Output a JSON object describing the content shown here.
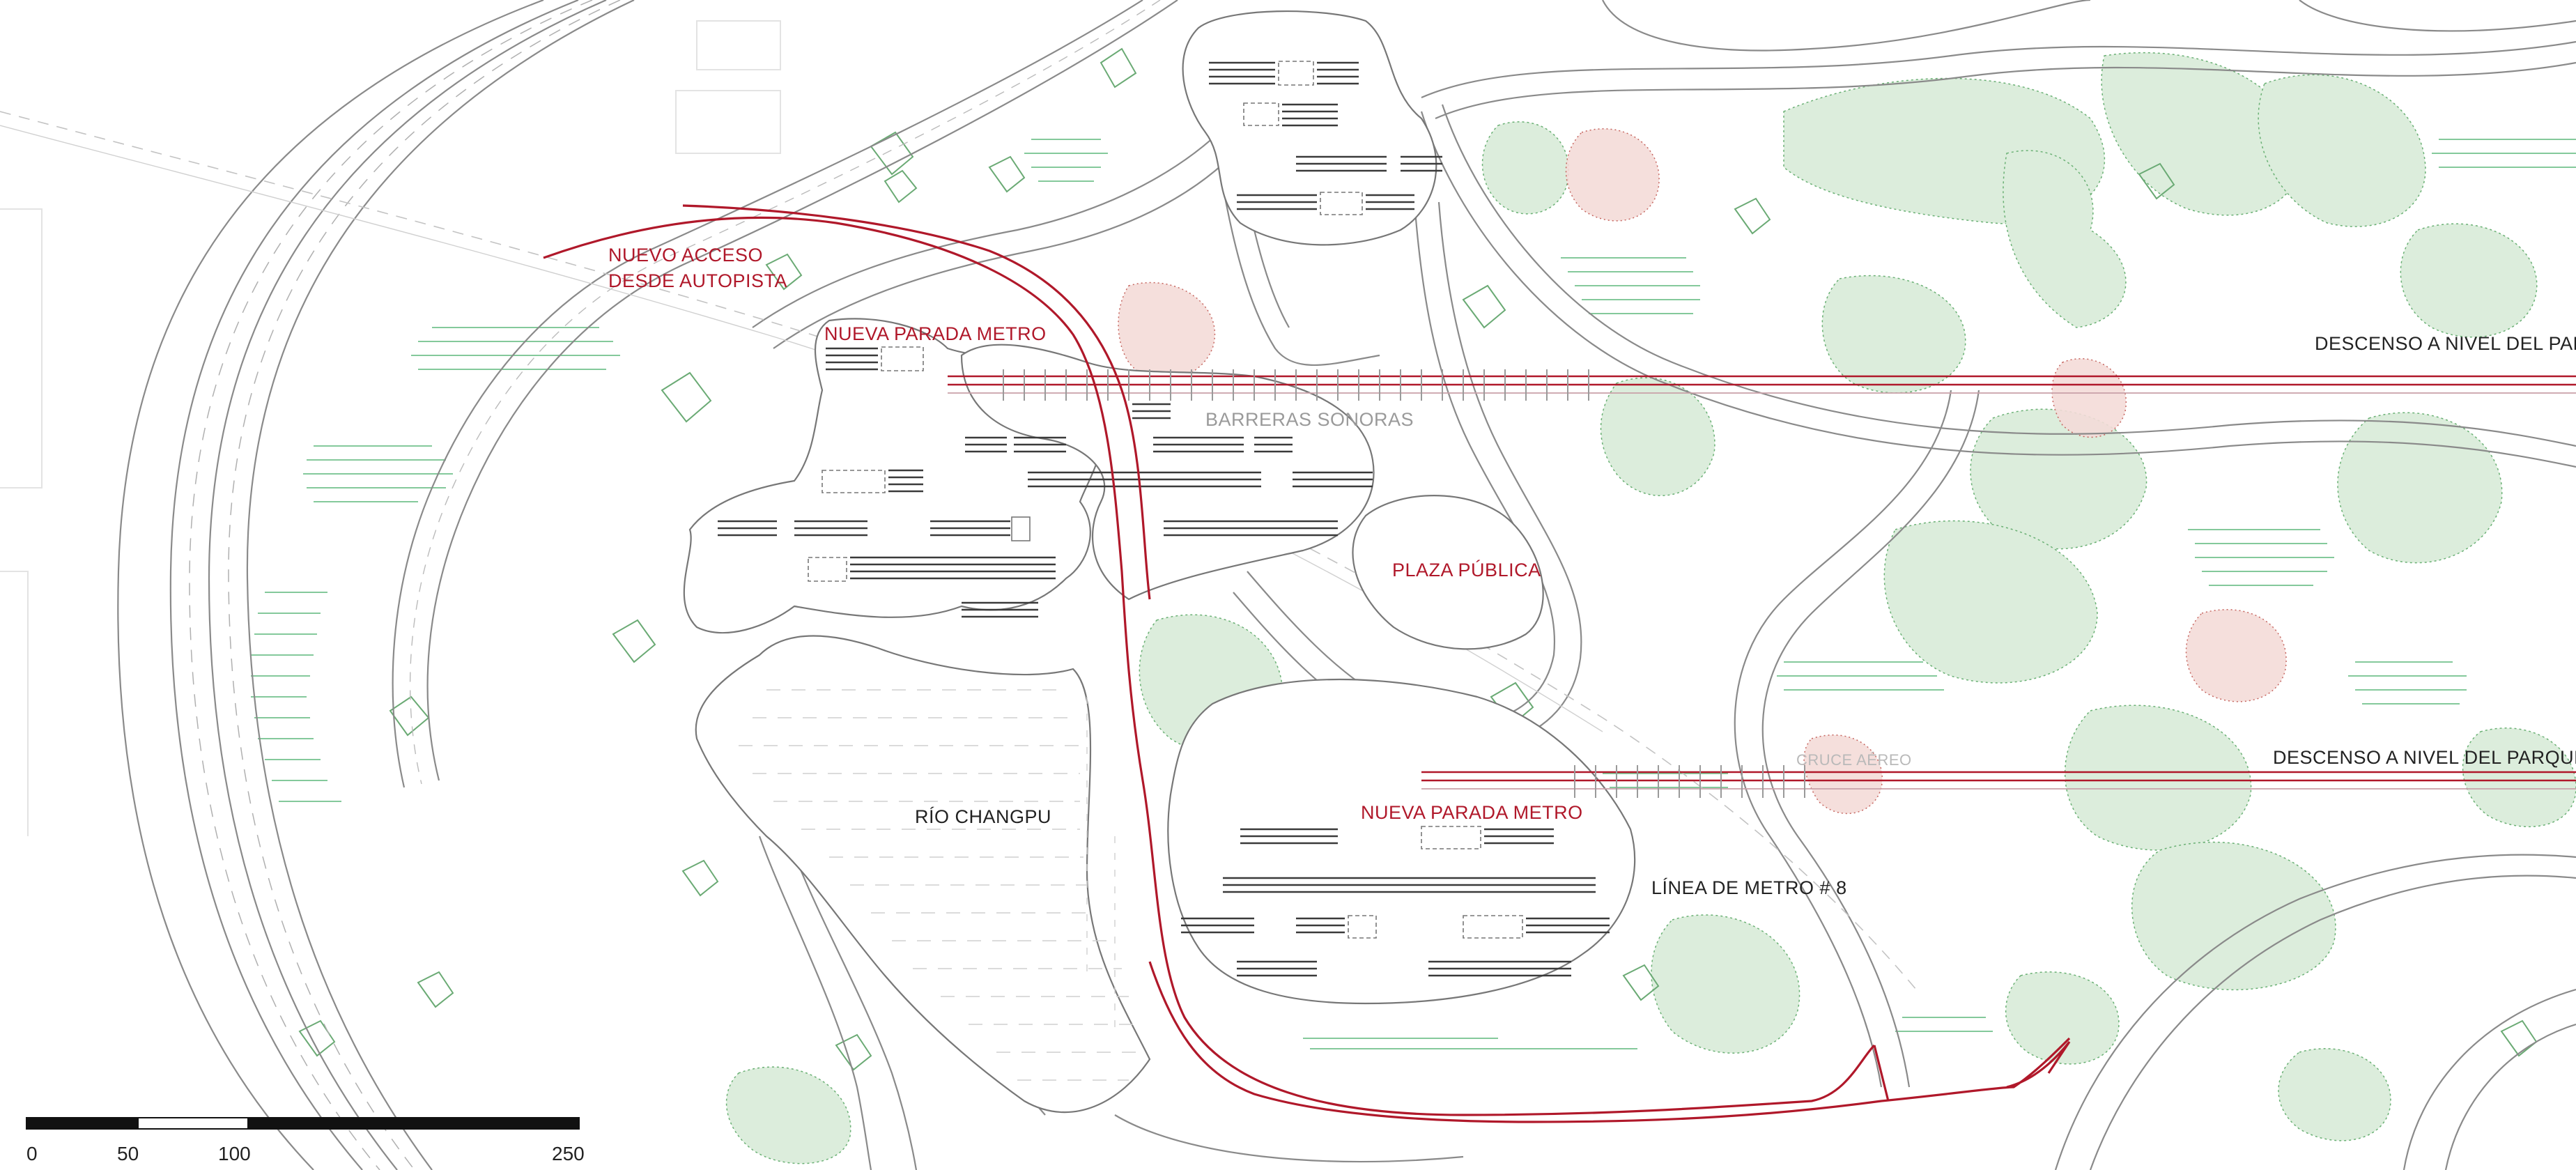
{
  "map": {
    "labels": {
      "nuevo_acceso_1": "NUEVO ACCESO",
      "nuevo_acceso_2": "DESDE AUTOPISTA",
      "parada_metro_norte": "NUEVA PARADA  METRO",
      "parada_metro_sur": "NUEVA PARADA  METRO",
      "barreras_sonoras": "BARRERAS SONORAS",
      "plaza_publica": "PLAZA PÚBLICA",
      "rio_changpu": "RÍO CHANGPU",
      "linea_metro": "LÍNEA DE METRO # 8",
      "descenso_norte": "DESCENSO A NIVEL DEL PARQUE",
      "descenso_sur": "DESCENSO A NIVEL DEL PARQUE",
      "cruce_aereo": "CRUCE AÉREO"
    },
    "scale_bar": {
      "ticks": [
        "0",
        "50",
        "100",
        "250"
      ]
    },
    "colors": {
      "access_route": "#b0182a",
      "metro_line": "#b0182a",
      "road_line": "#8a8a8a",
      "vegetation_green": "#3f9a4e",
      "vegetation_red": "#c0564f",
      "hatch_green": "#6fc08a"
    }
  }
}
